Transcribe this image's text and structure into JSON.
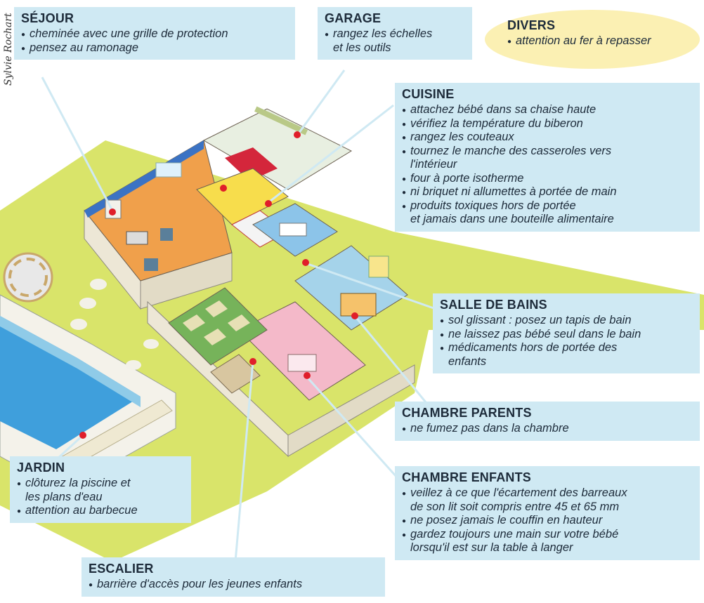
{
  "signature": "Sylvie Rochart",
  "colors": {
    "callout_bg": "#cfe9f3",
    "divers_bg": "#fbf0b3",
    "lawn": "#d9e46a",
    "hotspot": "#e01e2a",
    "wall": "#ede7d6"
  },
  "sections": {
    "sejour": {
      "title": "SÉJOUR",
      "items": [
        "cheminée avec une grille de protection",
        "pensez au ramonage"
      ]
    },
    "garage": {
      "title": "GARAGE",
      "items": [
        "rangez les échelles\net les outils"
      ]
    },
    "divers": {
      "title": "DIVERS",
      "items": [
        "attention au fer à repasser"
      ]
    },
    "cuisine": {
      "title": "CUISINE",
      "items": [
        "attachez bébé dans sa chaise haute",
        "vérifiez la température du biberon",
        "rangez les couteaux",
        "tournez le manche des casseroles vers\nl'intérieur",
        "four à porte isotherme",
        "ni briquet ni allumettes à portée de main",
        "produits toxiques hors de portée\net jamais dans une bouteille alimentaire"
      ]
    },
    "salle_de_bains": {
      "title": "SALLE DE BAINS",
      "items": [
        "sol glissant : posez un tapis de bain",
        "ne laissez pas bébé seul dans le bain",
        "médicaments hors de portée des\nenfants"
      ]
    },
    "chambre_parents": {
      "title": "CHAMBRE PARENTS",
      "items": [
        "ne fumez pas dans la chambre"
      ]
    },
    "chambre_enfants": {
      "title": "CHAMBRE ENFANTS",
      "items": [
        "veillez à ce que l'écartement des barreaux\nde son lit soit compris entre 45 et 65 mm",
        "ne posez jamais le couffin en hauteur",
        "gardez toujours une main sur votre bébé\nlorsqu'il est sur la table à langer"
      ]
    },
    "jardin": {
      "title": "JARDIN",
      "items": [
        "clôturez la piscine et\nles plans d'eau",
        "attention au barbecue"
      ]
    },
    "escalier": {
      "title": "ESCALIER",
      "items": [
        "barrière d'accès pour les jeunes enfants"
      ]
    }
  }
}
